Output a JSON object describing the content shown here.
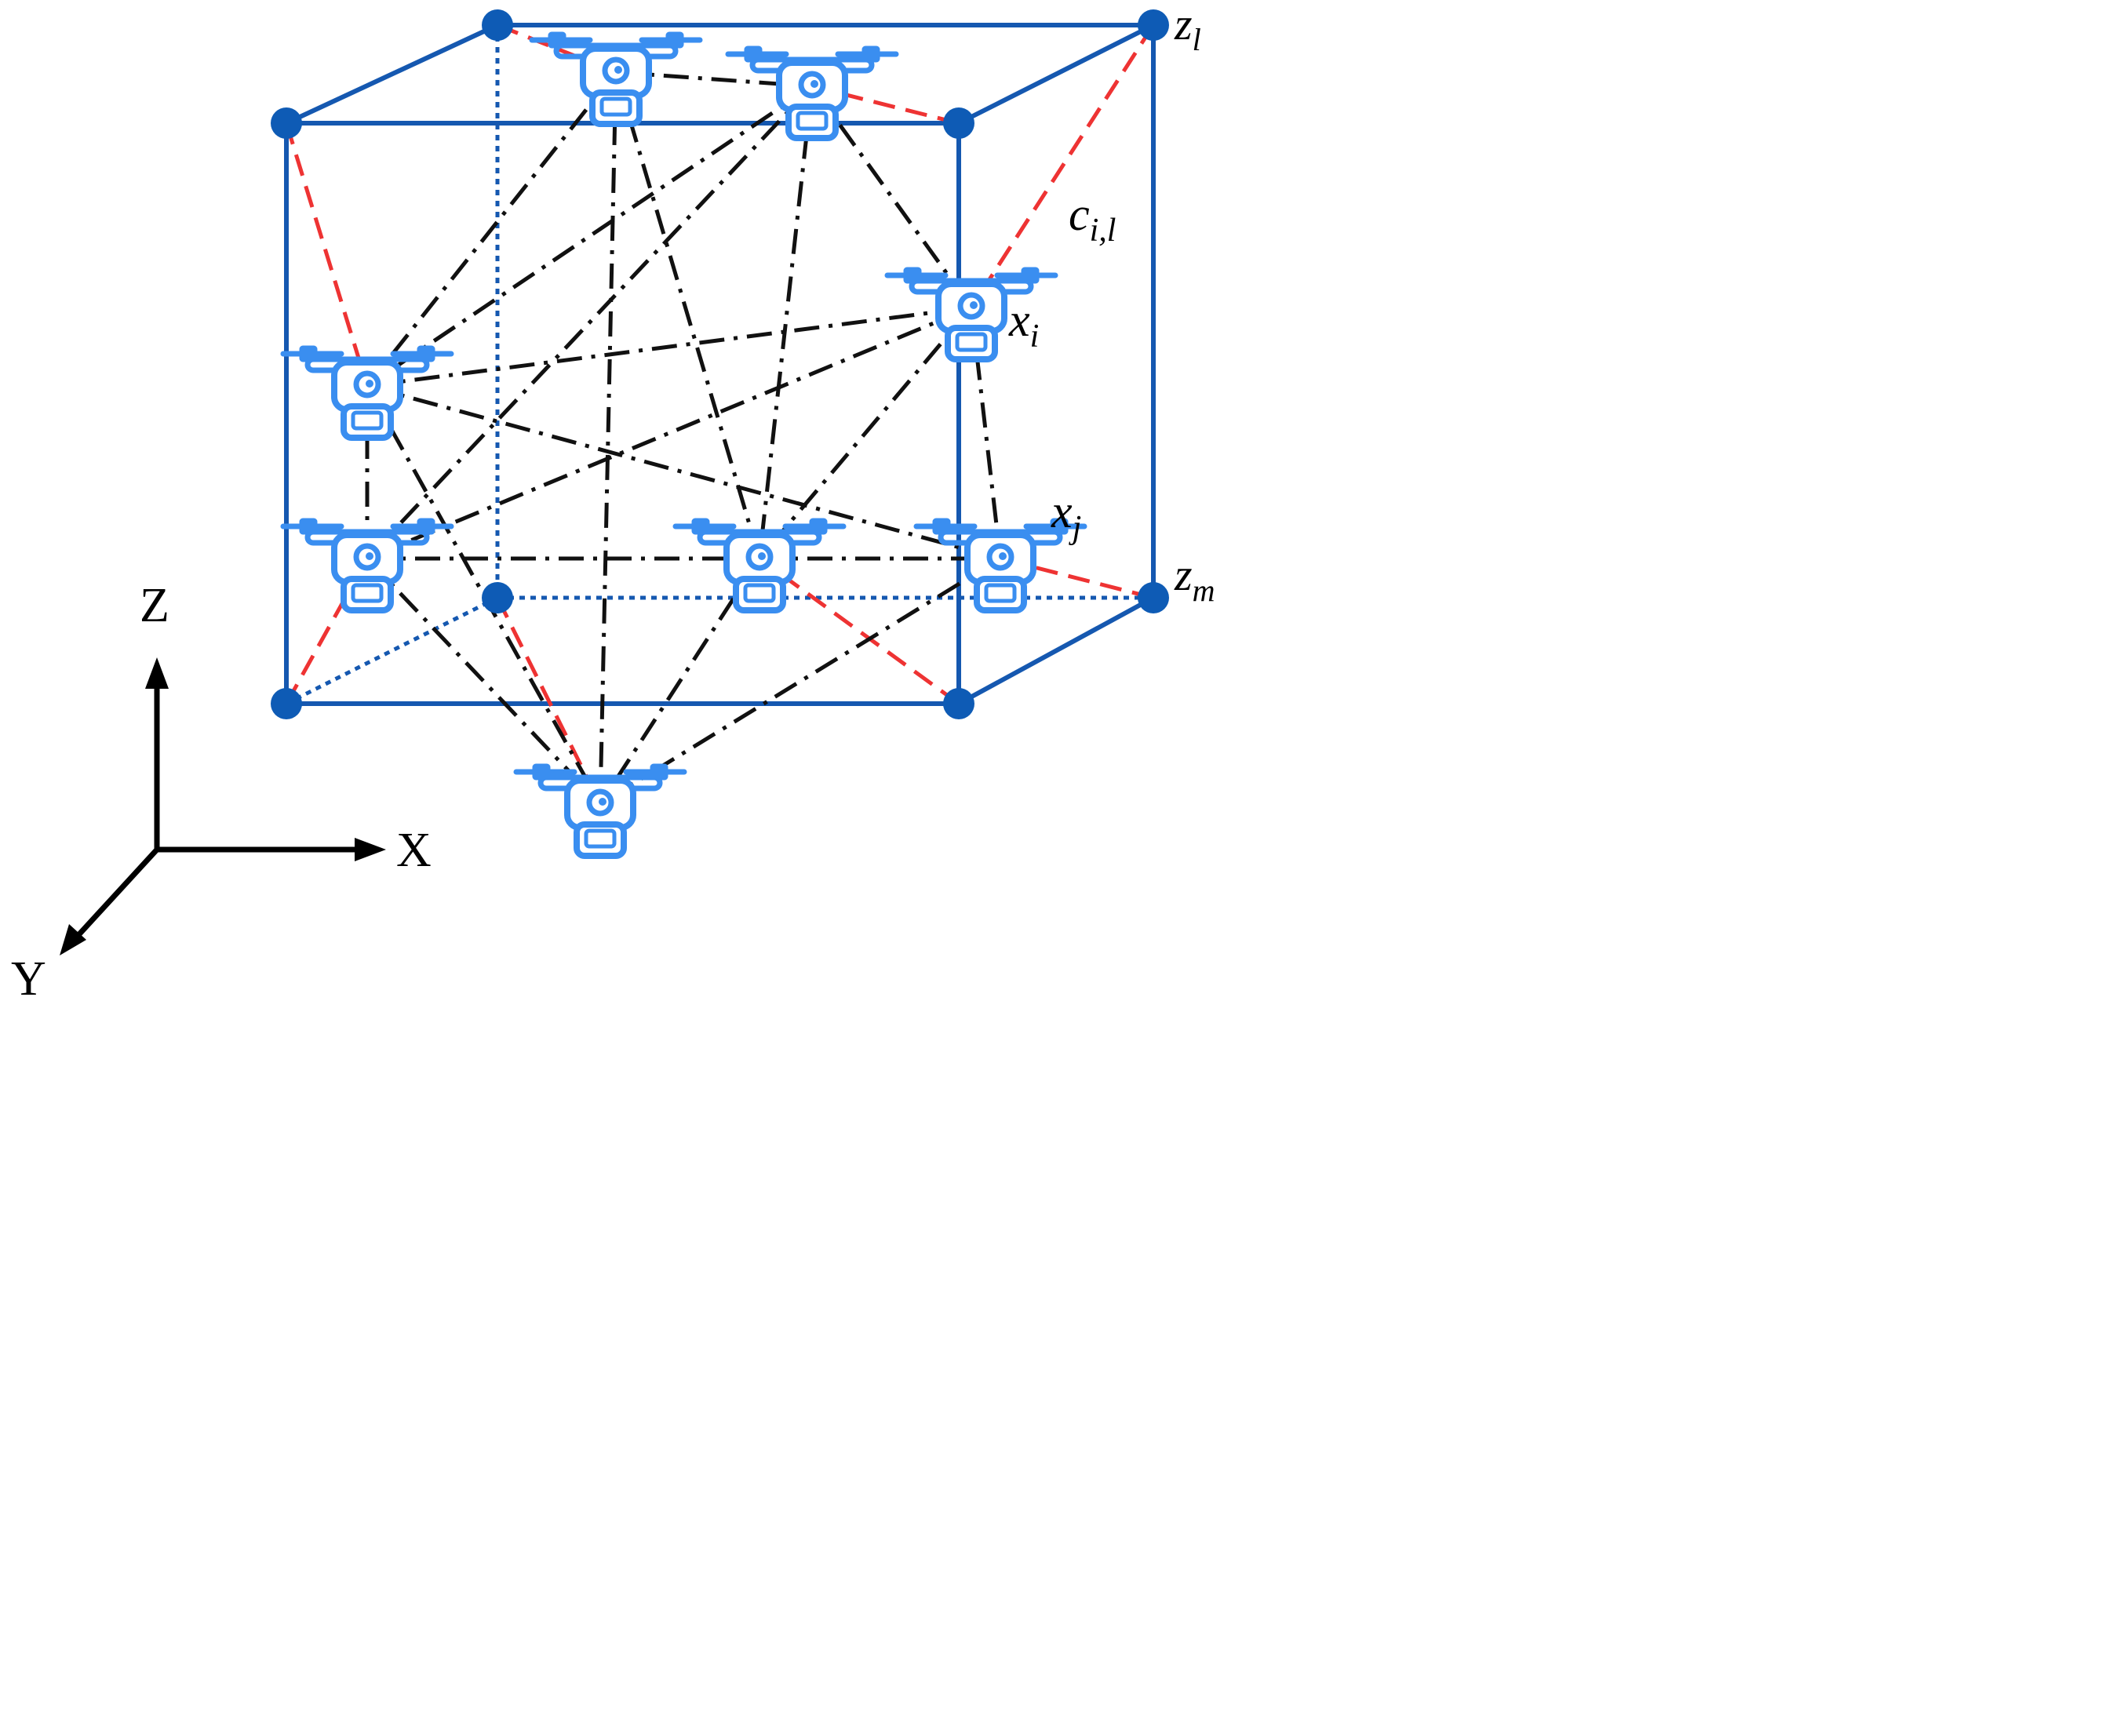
{
  "axes": {
    "x_label": "X",
    "y_label": "Y",
    "z_label": "Z"
  },
  "labels": {
    "zl_base": "z",
    "zl_sub": "l",
    "zm_base": "z",
    "zm_sub": "m",
    "cil_base": "c",
    "cil_sub": "i,l",
    "xi_base": "x",
    "xi_sub": "i",
    "xj_base": "x",
    "xj_sub": "j"
  },
  "colors": {
    "cube": "#1558b0",
    "node": "#0e5bb5",
    "red_link": "#ee3333",
    "black_link": "#111111",
    "drone": "#3a8ef0",
    "axis": "#000000"
  },
  "icons": {
    "drone": "drone-icon",
    "cube_vertex": "vertex-dot"
  }
}
